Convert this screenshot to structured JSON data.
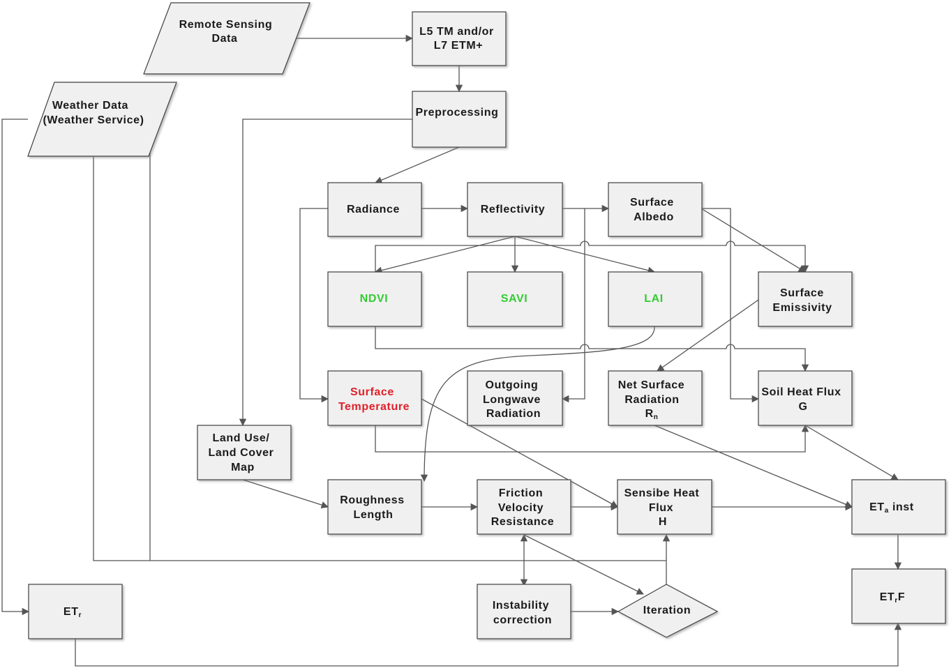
{
  "nodes": {
    "remote_sensing": {
      "line1": "Remote Sensing",
      "line2": "Data"
    },
    "l5_tm": {
      "line1": "L5 TM and/or",
      "line2": "L7 ETM+"
    },
    "weather_data": {
      "line1": "Weather Data",
      "line2": "(Weather Service)"
    },
    "preprocessing": {
      "line1": "Preprocessing"
    },
    "radiance": {
      "line1": "Radiance"
    },
    "reflectivity": {
      "line1": "Reflectivity"
    },
    "surface_albedo": {
      "line1": "Surface",
      "line2": "Albedo"
    },
    "ndvi": {
      "line1": "NDVI"
    },
    "savi": {
      "line1": "SAVI"
    },
    "lai": {
      "line1": "LAI"
    },
    "surface_emissivity": {
      "line1": "Surface",
      "line2": "Emissivity"
    },
    "surface_temperature": {
      "line1": "Surface",
      "line2": "Temperature"
    },
    "outgoing_longwave": {
      "line1": "Outgoing",
      "line2": "Longwave",
      "line3": "Radiation"
    },
    "net_surface_radiation": {
      "line1": "Net Surface",
      "line2": "Radiation",
      "line3": "R",
      "line3_sub": "n"
    },
    "soil_heat_flux": {
      "line1": "Soil Heat Flux",
      "line2": "G"
    },
    "land_use": {
      "line1": "Land Use/",
      "line2": "Land Cover",
      "line3": "Map"
    },
    "roughness_length": {
      "line1": "Roughness",
      "line2": "Length"
    },
    "friction_velocity": {
      "line1": "Friction",
      "line2": "Velocity",
      "line3": "Resistance"
    },
    "sensible_heat_flux": {
      "line1": "Sensibe Heat",
      "line2": "Flux",
      "line3": "H"
    },
    "eta_inst": {
      "line1_main": "ET",
      "line1_sub": "a",
      "line1_rest": " inst"
    },
    "etr": {
      "line1_main": "ET",
      "line1_sub": "r"
    },
    "instability_correction": {
      "line1": "Instability",
      "line2": "correction"
    },
    "iteration": {
      "line1": "Iteration"
    },
    "etrf": {
      "line1": "ET",
      "line1_sub": "r",
      "line1_rest": "F"
    }
  },
  "colors": {
    "box_fill": "#f0f0f0",
    "box_border": "#404040",
    "connector": "#555555",
    "vegetation_index_text": "#33cc33",
    "temperature_text": "#e0202a"
  }
}
